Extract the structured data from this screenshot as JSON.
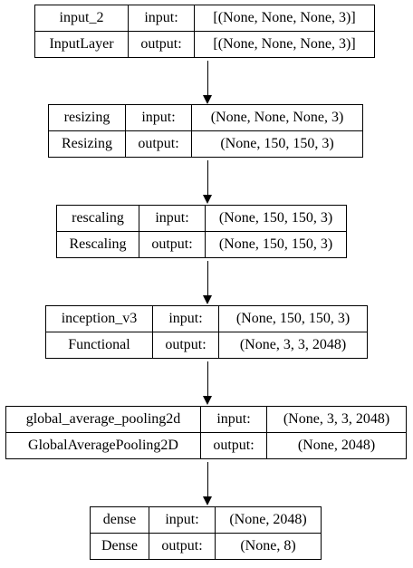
{
  "labels": {
    "input": "input:",
    "output": "output:"
  },
  "layers": [
    {
      "name": "input_2",
      "type": "InputLayer",
      "input_shape": "[(None, None, None, 3)]",
      "output_shape": "[(None, None, None, 3)]"
    },
    {
      "name": "resizing",
      "type": "Resizing",
      "input_shape": "(None, None, None, 3)",
      "output_shape": "(None, 150, 150, 3)"
    },
    {
      "name": "rescaling",
      "type": "Rescaling",
      "input_shape": "(None, 150, 150, 3)",
      "output_shape": "(None, 150, 150, 3)"
    },
    {
      "name": "inception_v3",
      "type": "Functional",
      "input_shape": "(None, 150, 150, 3)",
      "output_shape": "(None, 3, 3, 2048)"
    },
    {
      "name": "global_average_pooling2d",
      "type": "GlobalAveragePooling2D",
      "input_shape": "(None, 3, 3, 2048)",
      "output_shape": "(None, 2048)"
    },
    {
      "name": "dense",
      "type": "Dense",
      "input_shape": "(None, 2048)",
      "output_shape": "(None, 8)"
    }
  ]
}
